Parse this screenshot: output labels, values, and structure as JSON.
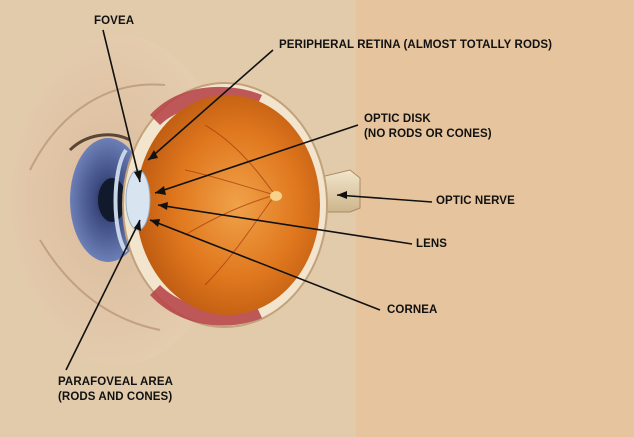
{
  "labels": {
    "fovea": "FOVEA",
    "peripheral_retina": "PERIPHERAL RETINA (ALMOST TOTALLY RODS)",
    "optic_disk_line1": "OPTIC DISK",
    "optic_disk_line2": "(NO RODS OR CONES)",
    "optic_nerve": "OPTIC NERVE",
    "lens": "LENS",
    "cornea": "CORNEA",
    "parafoveal_line1": "PARAFOVEAL AREA",
    "parafoveal_line2": "(RODS AND CONES)"
  },
  "colors": {
    "panel_background": "#e6c49d",
    "illustration_background": "#e2cbaa",
    "eyeball_orange": "#e07a1c",
    "iris_blue": "#4a5a94",
    "muscle_red": "#b8474a",
    "leader_line": "#111111"
  }
}
